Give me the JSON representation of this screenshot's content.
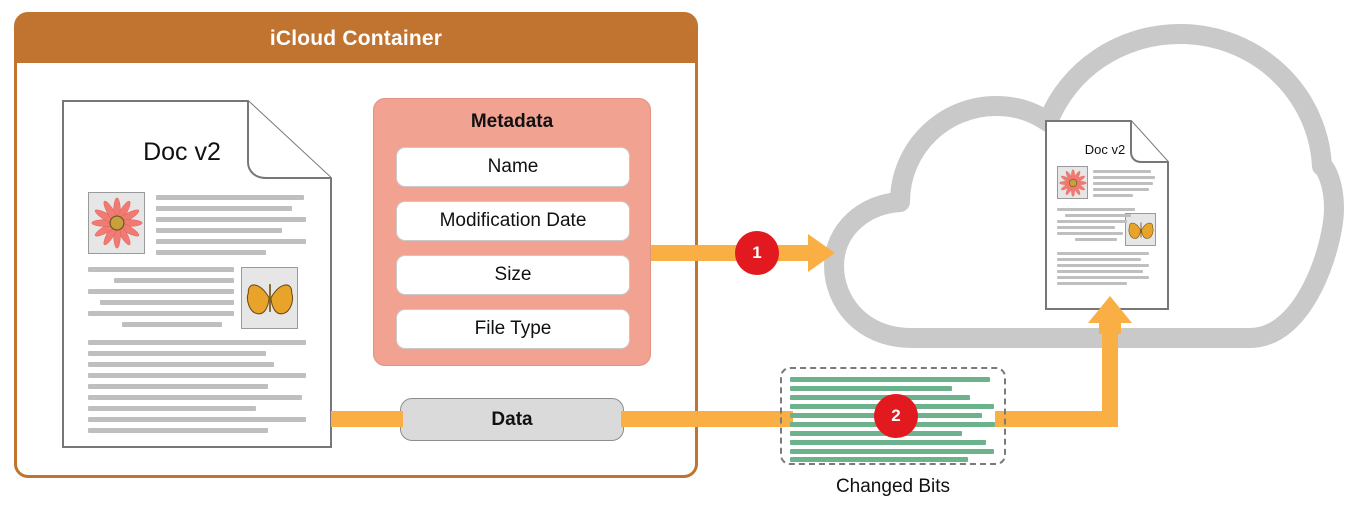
{
  "diagram": {
    "container": {
      "title": "iCloud Container",
      "border_color": "#C0742F",
      "header_color": "#C0742F"
    },
    "source_document": {
      "title": "Doc v2",
      "images": [
        "flower-image",
        "butterfly-image"
      ]
    },
    "cloud_document": {
      "title": "Doc v2",
      "images": [
        "flower-image",
        "butterfly-image"
      ]
    },
    "metadata": {
      "title": "Metadata",
      "items": [
        {
          "label": "Name"
        },
        {
          "label": "Modification Date"
        },
        {
          "label": "Size"
        },
        {
          "label": "File Type"
        }
      ],
      "panel_color": "#F2A291"
    },
    "data_pill": {
      "label": "Data",
      "fill_color": "#DADADA"
    },
    "changed_bits": {
      "label": "Changed Bits",
      "line_color": "#6CB28C"
    },
    "steps": [
      {
        "number": "1",
        "description": "metadata-upload-step"
      },
      {
        "number": "2",
        "description": "changed-bits-upload-step"
      }
    ],
    "colors": {
      "accent_orange": "#FAAF45",
      "badge_red": "#E2191F",
      "cloud_gray": "#C9C9C9",
      "text_line_gray": "#BFBFBF"
    }
  }
}
